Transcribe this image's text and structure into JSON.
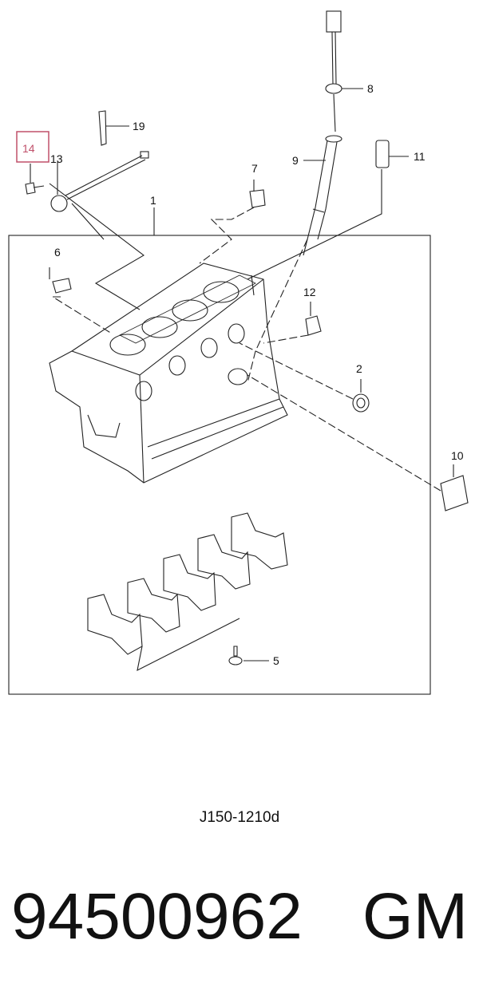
{
  "callouts": {
    "c1": "1",
    "c2": "2",
    "c5": "5",
    "c6": "6",
    "c7": "7",
    "c8": "8",
    "c9": "9",
    "c10": "10",
    "c11": "11",
    "c12": "12",
    "c13": "13",
    "c14": "14",
    "c19": "19"
  },
  "highlight_color": "#c0506a",
  "diagram_code": "J150-1210d",
  "part_number": "94500962",
  "brand": "GM"
}
